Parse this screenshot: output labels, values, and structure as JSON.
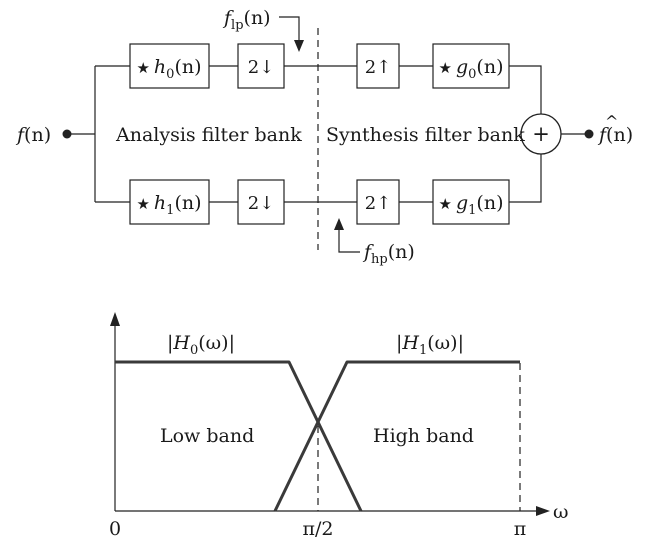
{
  "input_signal": {
    "name": "f",
    "arg": "(n)"
  },
  "output_signal": {
    "name": "f",
    "hat": "^",
    "arg": "(n)"
  },
  "analysis_label": "Analysis filter bank",
  "synthesis_label": "Synthesis filter bank",
  "adder_symbol": "+",
  "analysis_filters": [
    {
      "star": "★",
      "name": "h",
      "sub": "0",
      "arg": "(n)"
    },
    {
      "star": "★",
      "name": "h",
      "sub": "1",
      "arg": "(n)"
    }
  ],
  "synthesis_filters": [
    {
      "star": "★",
      "name": "g",
      "sub": "0",
      "arg": "(n)"
    },
    {
      "star": "★",
      "name": "g",
      "sub": "1",
      "arg": "(n)"
    }
  ],
  "downsamplers": [
    "2↓",
    "2↓"
  ],
  "upsamplers": [
    "2↑",
    "2↑"
  ],
  "lowpass_output": {
    "name": "f",
    "sub": "lp",
    "arg": "(n)"
  },
  "highpass_output": {
    "name": "f",
    "sub": "hp",
    "arg": "(n)"
  },
  "response_plot": {
    "h0_label": {
      "bar": "|",
      "name": "H",
      "sub": "0",
      "arg": "(ω)"
    },
    "h1_label": {
      "bar": "|",
      "name": "H",
      "sub": "1",
      "arg": "(ω)"
    },
    "low_band_label": "Low band",
    "high_band_label": "High band",
    "axis_symbol": "ω",
    "ticks": [
      "0",
      "π/2",
      "π"
    ]
  }
}
